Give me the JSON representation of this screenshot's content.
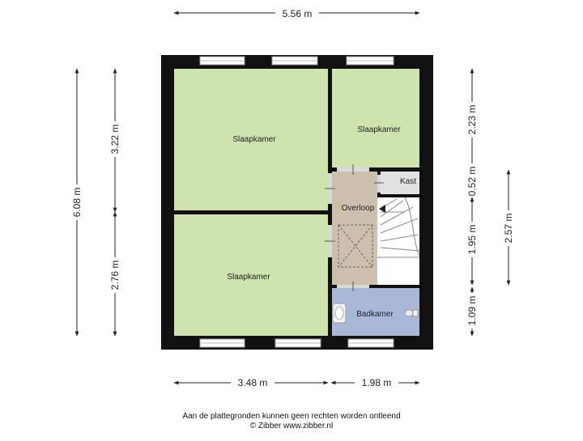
{
  "dimensions": {
    "top_width": "5.56 m",
    "left_total": "6.08 m",
    "left_upper": "3.22 m",
    "left_lower": "2.76 m",
    "right_upper": "2.23 m",
    "right_kast": "0.52 m",
    "right_stair": "1.95 m",
    "right_bath": "1.09 m",
    "right_outer": "2.57 m",
    "bottom_left": "3.48 m",
    "bottom_right": "1.98 m"
  },
  "rooms": {
    "bedroom_top_left": "Slaapkamer",
    "bedroom_top_right": "Slaapkamer",
    "bedroom_bottom": "Slaapkamer",
    "closet": "Kast",
    "landing": "Overloop",
    "bathroom": "Badkamer"
  },
  "colors": {
    "bedroom": "#cfe3ae",
    "landing": "#cdbfae",
    "bathroom": "#a8b8d6",
    "closet": "#e2e2e2",
    "wall": "#111111"
  },
  "footer": {
    "disclaimer": "Aan de plattegronden kunnen geen rechten worden ontleend",
    "copyright": "© Zibber www.zibber.nl"
  }
}
